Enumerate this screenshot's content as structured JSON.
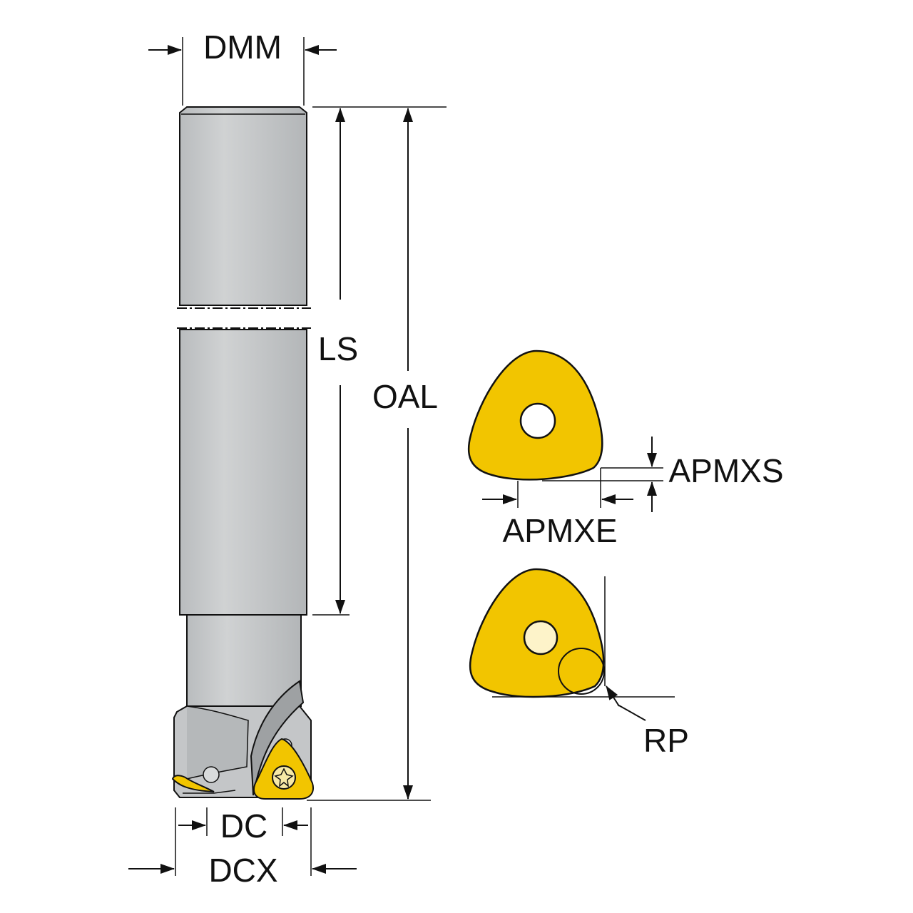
{
  "labels": {
    "dmm": "DMM",
    "ls": "LS",
    "oal": "OAL",
    "dc": "DC",
    "dcx": "DCX",
    "apmxs": "APMXS",
    "apmxe": "APMXE",
    "rp": "RP"
  },
  "colors": {
    "shank": "#c8cacb",
    "shank_dark": "#a9acae",
    "insert": "#f2c500",
    "insert_edge": "#b38f00",
    "line": "#111111"
  }
}
